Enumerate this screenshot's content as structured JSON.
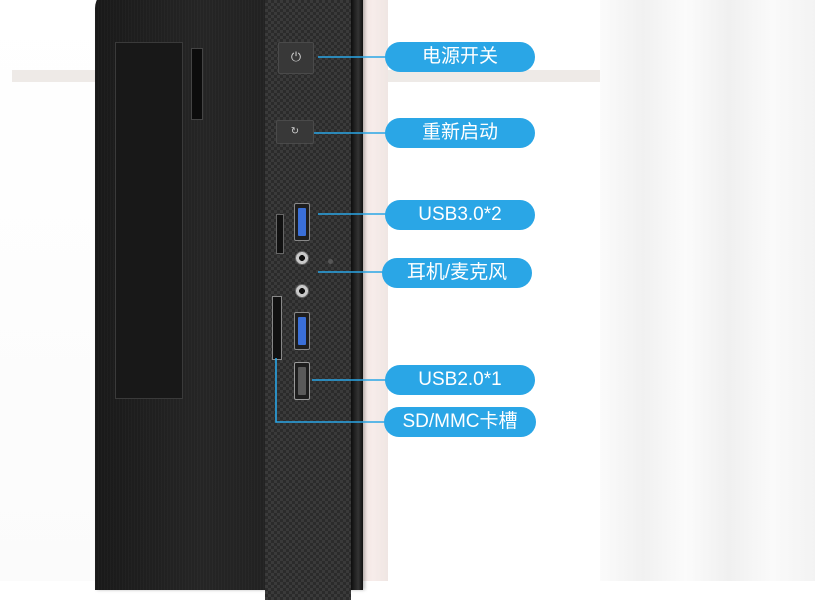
{
  "labels": {
    "power": "电源开关",
    "reset": "重新启动",
    "usb3": "USB3.0*2",
    "audio": "耳机/麦克风",
    "usb2": "USB2.0*1",
    "sd": "SD/MMC卡槽"
  },
  "colors": {
    "label_bg": "#2aa6e6",
    "label_text": "#ffffff",
    "leader_line": "#2aa6e6",
    "case": "#1d1d1d"
  },
  "icons": {
    "power_button": "power-icon",
    "reset_button": "restart-icon"
  }
}
